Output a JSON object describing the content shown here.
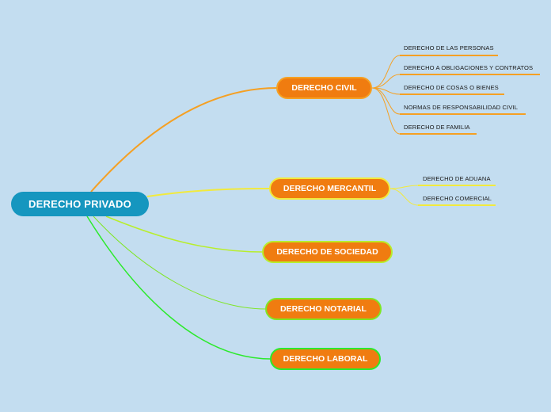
{
  "root": {
    "label": "DERECHO PRIVADO",
    "color": "#1596bf"
  },
  "branches": [
    {
      "label": "DERECHO CIVIL",
      "line_color": "#f5a023",
      "children": [
        "DERECHO DE LAS PERSONAS",
        "DERECHO A OBLIGACIONES Y CONTRATOS",
        "DERECHO DE COSAS O BIENES",
        "NORMAS DE RESPONSABILIDAD CIVIL",
        "DERECHO DE FAMILIA"
      ]
    },
    {
      "label": "DERECHO MERCANTIL",
      "line_color": "#f2ea3c",
      "children": [
        "DERECHO DE ADUANA",
        "DERECHO COMERCIAL"
      ]
    },
    {
      "label": "DERECHO DE SOCIEDAD",
      "line_color": "#b8ee2c",
      "children": []
    },
    {
      "label": "DERECHO NOTARIAL",
      "line_color": "#7fe624",
      "children": []
    },
    {
      "label": "DERECHO LABORAL",
      "line_color": "#2cea2c",
      "children": []
    }
  ],
  "colors": {
    "background": "#c3ddf0",
    "branch_fill": "#f07c10",
    "leaf_underline_civil": "#f5a023",
    "leaf_underline_mercantil": "#f2ea3c"
  }
}
